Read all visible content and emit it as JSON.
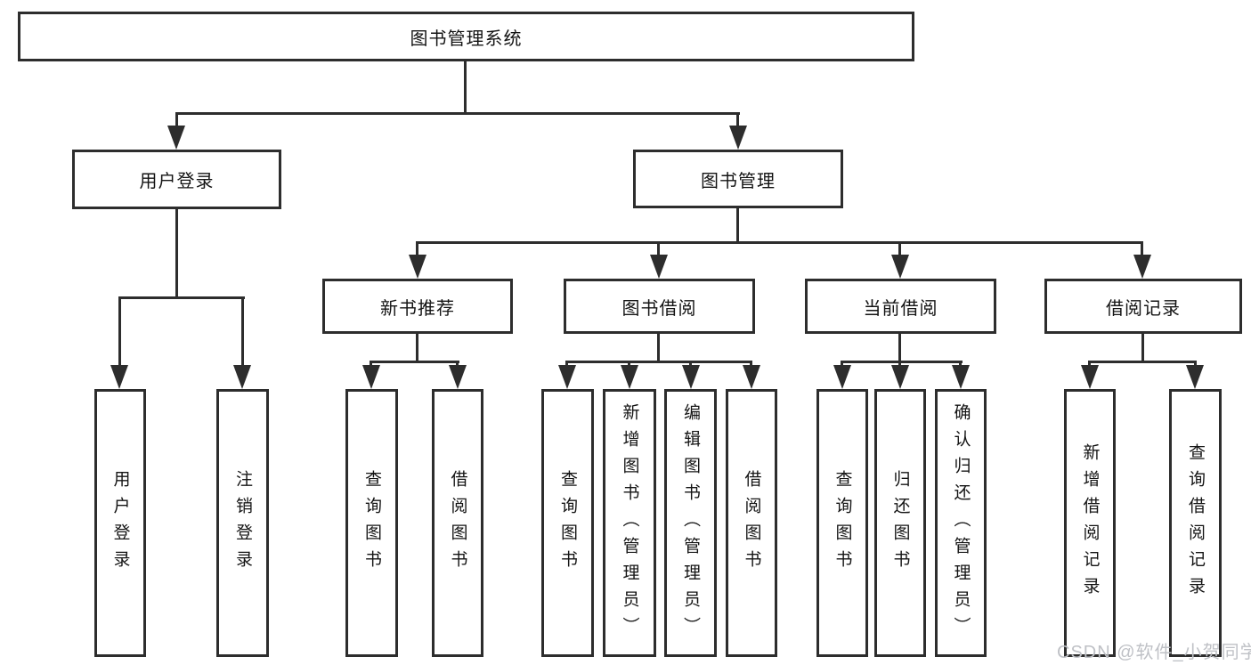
{
  "diagram": {
    "title": "图书管理系统",
    "branches": [
      {
        "label": "用户登录",
        "children": [
          {
            "label": "用户登录"
          },
          {
            "label": "注销登录"
          }
        ]
      },
      {
        "label": "图书管理",
        "children": [
          {
            "label": "新书推荐",
            "children": [
              {
                "label": "查询图书"
              },
              {
                "label": "借阅图书"
              }
            ]
          },
          {
            "label": "图书借阅",
            "children": [
              {
                "label": "查询图书"
              },
              {
                "label": "新增图书（管理员）"
              },
              {
                "label": "编辑图书（管理员）"
              },
              {
                "label": "借阅图书"
              }
            ]
          },
          {
            "label": "当前借阅",
            "children": [
              {
                "label": "查询图书"
              },
              {
                "label": "归还图书"
              },
              {
                "label": "确认归还（管理员）"
              }
            ]
          },
          {
            "label": "借阅记录",
            "children": [
              {
                "label": "新增借阅记录"
              },
              {
                "label": "查询借阅记录"
              }
            ]
          }
        ]
      }
    ]
  },
  "watermark": {
    "text": "CSDN @软件_小贺同学"
  },
  "colors": {
    "line": "#2d2d2d",
    "text": "#141414",
    "background": "#ffffff",
    "watermark": "#bfc1c6"
  }
}
